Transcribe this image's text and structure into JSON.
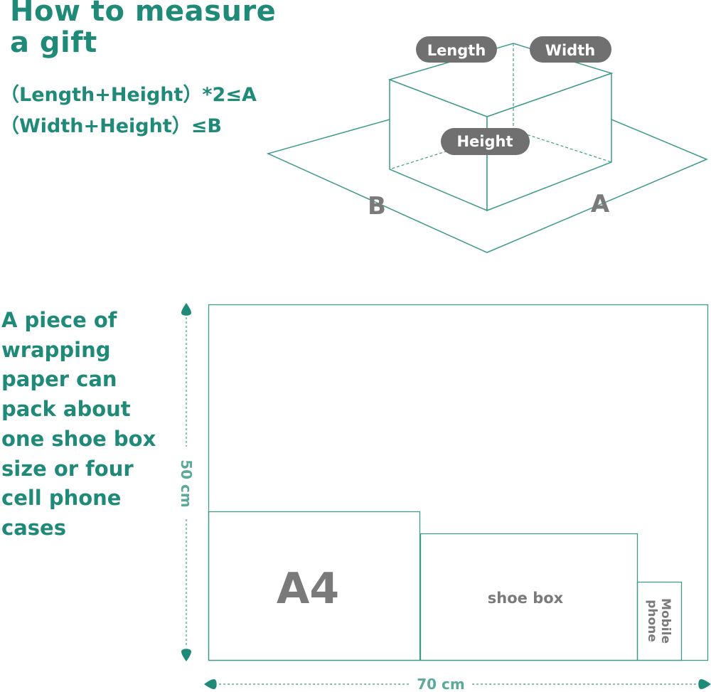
{
  "title": {
    "line1": "How to measure",
    "line2": "a gift"
  },
  "formulas": [
    "（Length+Height）*2≤A",
    "（Width+Height）≤B"
  ],
  "box_labels": {
    "length": "Length",
    "width": "Width",
    "height": "Height"
  },
  "sheet_labels": {
    "b": "B",
    "a": "A"
  },
  "description_lines": [
    "A piece of",
    "wrapping",
    "paper can",
    "pack about",
    "one shoe box",
    "size or four",
    "cell phone",
    "cases"
  ],
  "dimensions": {
    "height": "50 cm",
    "width": "70 cm"
  },
  "items": {
    "a4": "A4",
    "shoe_box": "shoe box",
    "mobile_line1": "Mobile",
    "mobile_line2": "phone"
  },
  "colors": {
    "accent": "#1f8a77",
    "line": "#3f9a8c",
    "pill": "#707070",
    "label_gray": "#7a7a7a"
  }
}
